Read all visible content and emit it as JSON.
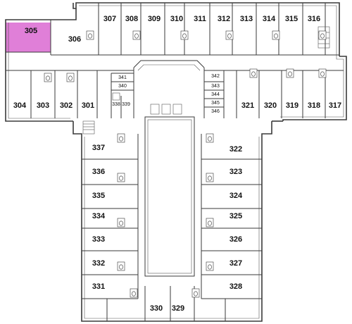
{
  "highlight_color": "#e07fd8",
  "highlighted_room": "305",
  "rooms": {
    "r301": "301",
    "r302": "302",
    "r303": "303",
    "r304": "304",
    "r305": "305",
    "r306": "306",
    "r307": "307",
    "r308": "308",
    "r309": "309",
    "r310": "310",
    "r311": "311",
    "r312": "312",
    "r313": "313",
    "r314": "314",
    "r315": "315",
    "r316": "316",
    "r317": "317",
    "r318": "318",
    "r319": "319",
    "r320": "320",
    "r321": "321",
    "r322": "322",
    "r323": "323",
    "r324": "324",
    "r325": "325",
    "r326": "326",
    "r327": "327",
    "r328": "328",
    "r329": "329",
    "r330": "330",
    "r331": "331",
    "r332": "332",
    "r333": "333",
    "r334": "334",
    "r335": "335",
    "r336": "336",
    "r337": "337",
    "r338": "338",
    "r339": "339",
    "r340": "340",
    "r341": "341",
    "r342": "342",
    "r343": "343",
    "r344": "344",
    "r345": "345",
    "r346": "346"
  }
}
